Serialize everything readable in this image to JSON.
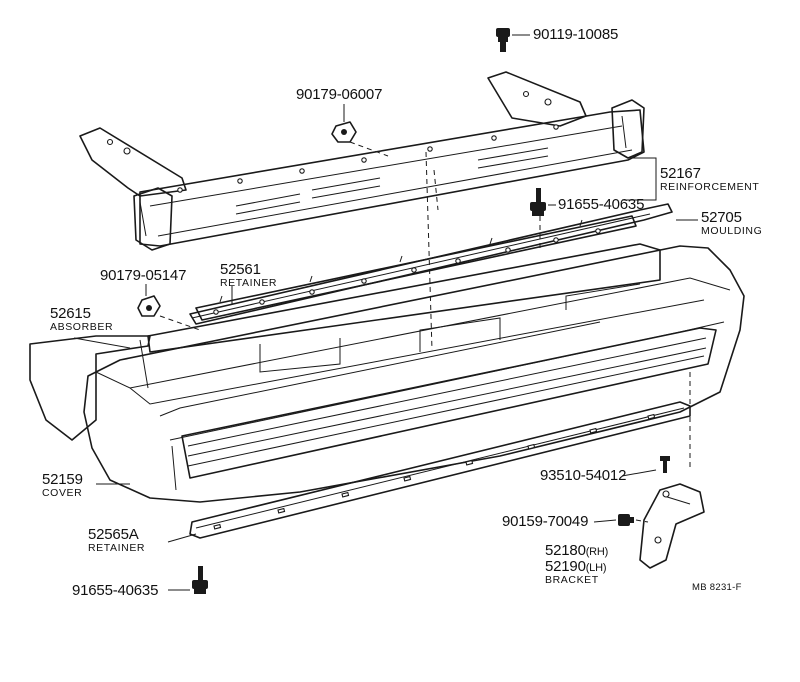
{
  "diagram_code": "MB 8231-F",
  "parts": {
    "bolt_top": {
      "number": "90119-10085"
    },
    "clip_upper": {
      "number": "90179-06007"
    },
    "reinforcement": {
      "number": "52167",
      "name": "REINFORCEMENT"
    },
    "bolt_reinforcement": {
      "number": "91655-40635"
    },
    "mouldling": {
      "number": "52705",
      "name": "MOULDING"
    },
    "clip_left": {
      "number": "90179-05147"
    },
    "retainer_upper": {
      "number": "52561",
      "name": "RETAINER"
    },
    "absorber": {
      "number": "52615",
      "name": "ABSORBER"
    },
    "cover": {
      "number": "52159",
      "name": "COVER"
    },
    "screw_bracket": {
      "number": "93510-54012"
    },
    "nut_bracket": {
      "number": "90159-70049"
    },
    "bracket": {
      "number_rh": "52180",
      "suffix_rh": "(RH)",
      "number_lh": "52190",
      "suffix_lh": "(LH)",
      "name": "BRACKET"
    },
    "retainer_lower": {
      "number": "52565A",
      "name": "RETAINER"
    },
    "bolt_bottom": {
      "number": "91655-40635"
    }
  }
}
